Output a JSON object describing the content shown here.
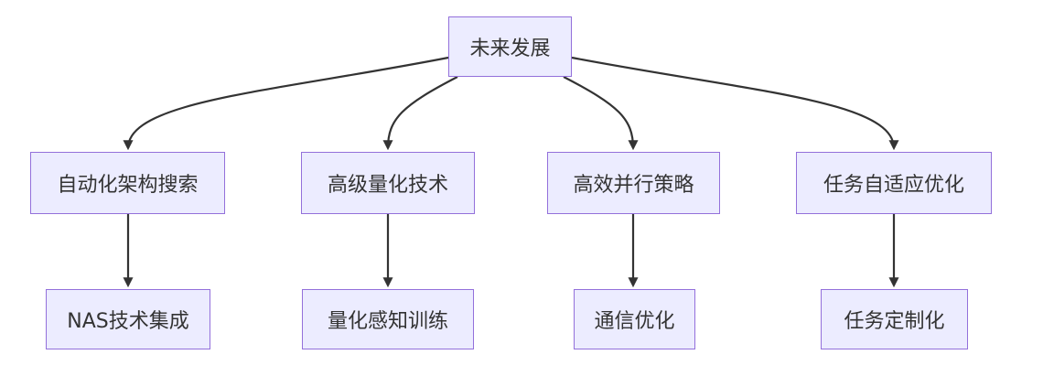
{
  "nodes": {
    "root": "未来发展",
    "l1": [
      "自动化架构搜索",
      "高级量化技术",
      "高效并行策略",
      "任务自适应优化"
    ],
    "l2": [
      "NAS技术集成",
      "量化感知训练",
      "通信优化",
      "任务定制化"
    ]
  },
  "colors": {
    "node_fill": "#ececff",
    "node_border": "#9370db",
    "edge": "#333333",
    "text": "#333333"
  }
}
